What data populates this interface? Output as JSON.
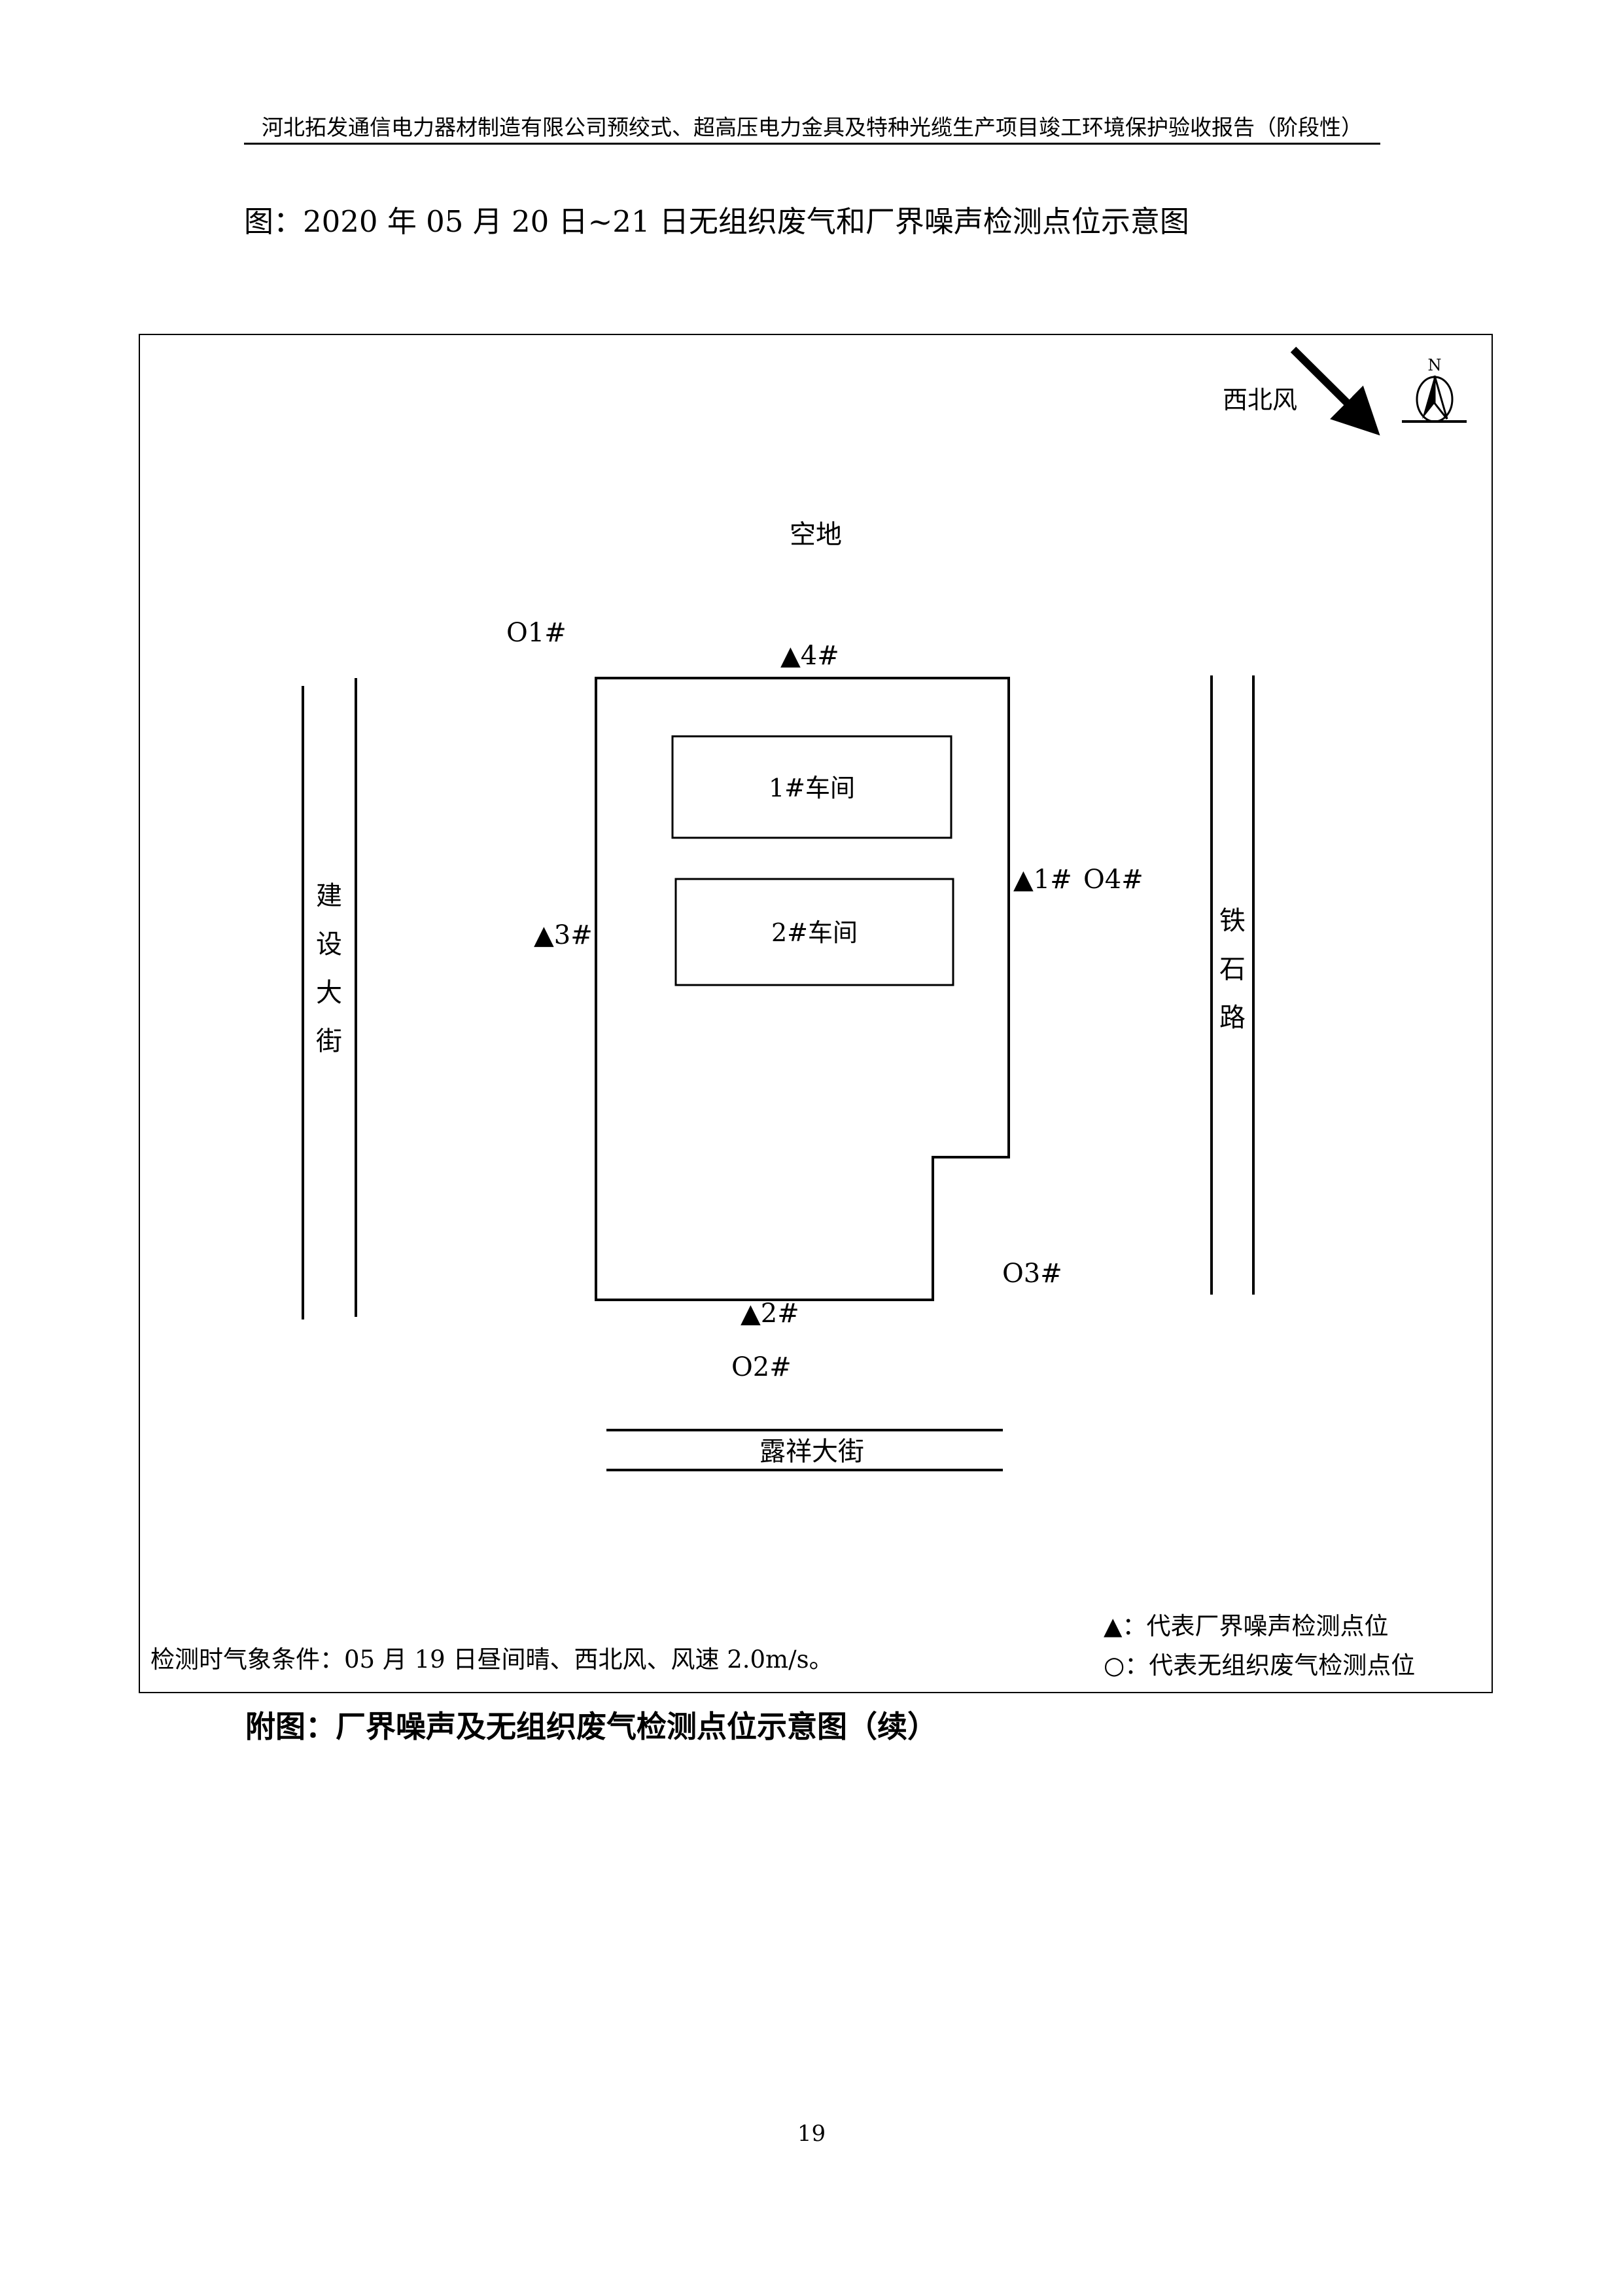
{
  "header": {
    "text": "河北拓发通信电力器材制造有限公司预绞式、超高压电力金具及特种光缆生产项目竣工环境保护验收报告（阶段性）"
  },
  "figure_caption": "图：2020 年 05 月 20 日~21 日无组织废气和厂界噪声检测点位示意图",
  "diagram": {
    "wind_label": "西北风",
    "north_label": "N",
    "open_area_label": "空地",
    "workshop_1": "1#车间",
    "workshop_2": "2#车间",
    "road_west": [
      "建",
      "设",
      "大",
      "街"
    ],
    "road_east": [
      "铁",
      "石",
      "路"
    ],
    "road_south": "露祥大街",
    "noise_points": [
      "▲1#",
      "▲2#",
      "▲3#",
      "▲4#"
    ],
    "gas_points": [
      "O1#",
      "O2#",
      "O3#",
      "O4#"
    ],
    "weather_note": "检测时气象条件：05 月 19 日昼间晴、西北风、风速 2.0m/s。",
    "legend": {
      "noise": "▲：代表厂界噪声检测点位",
      "gas": "○：代表无组织废气检测点位"
    }
  },
  "bottom_caption": "附图：厂界噪声及无组织废气检测点位示意图（续）",
  "page_number": "19"
}
